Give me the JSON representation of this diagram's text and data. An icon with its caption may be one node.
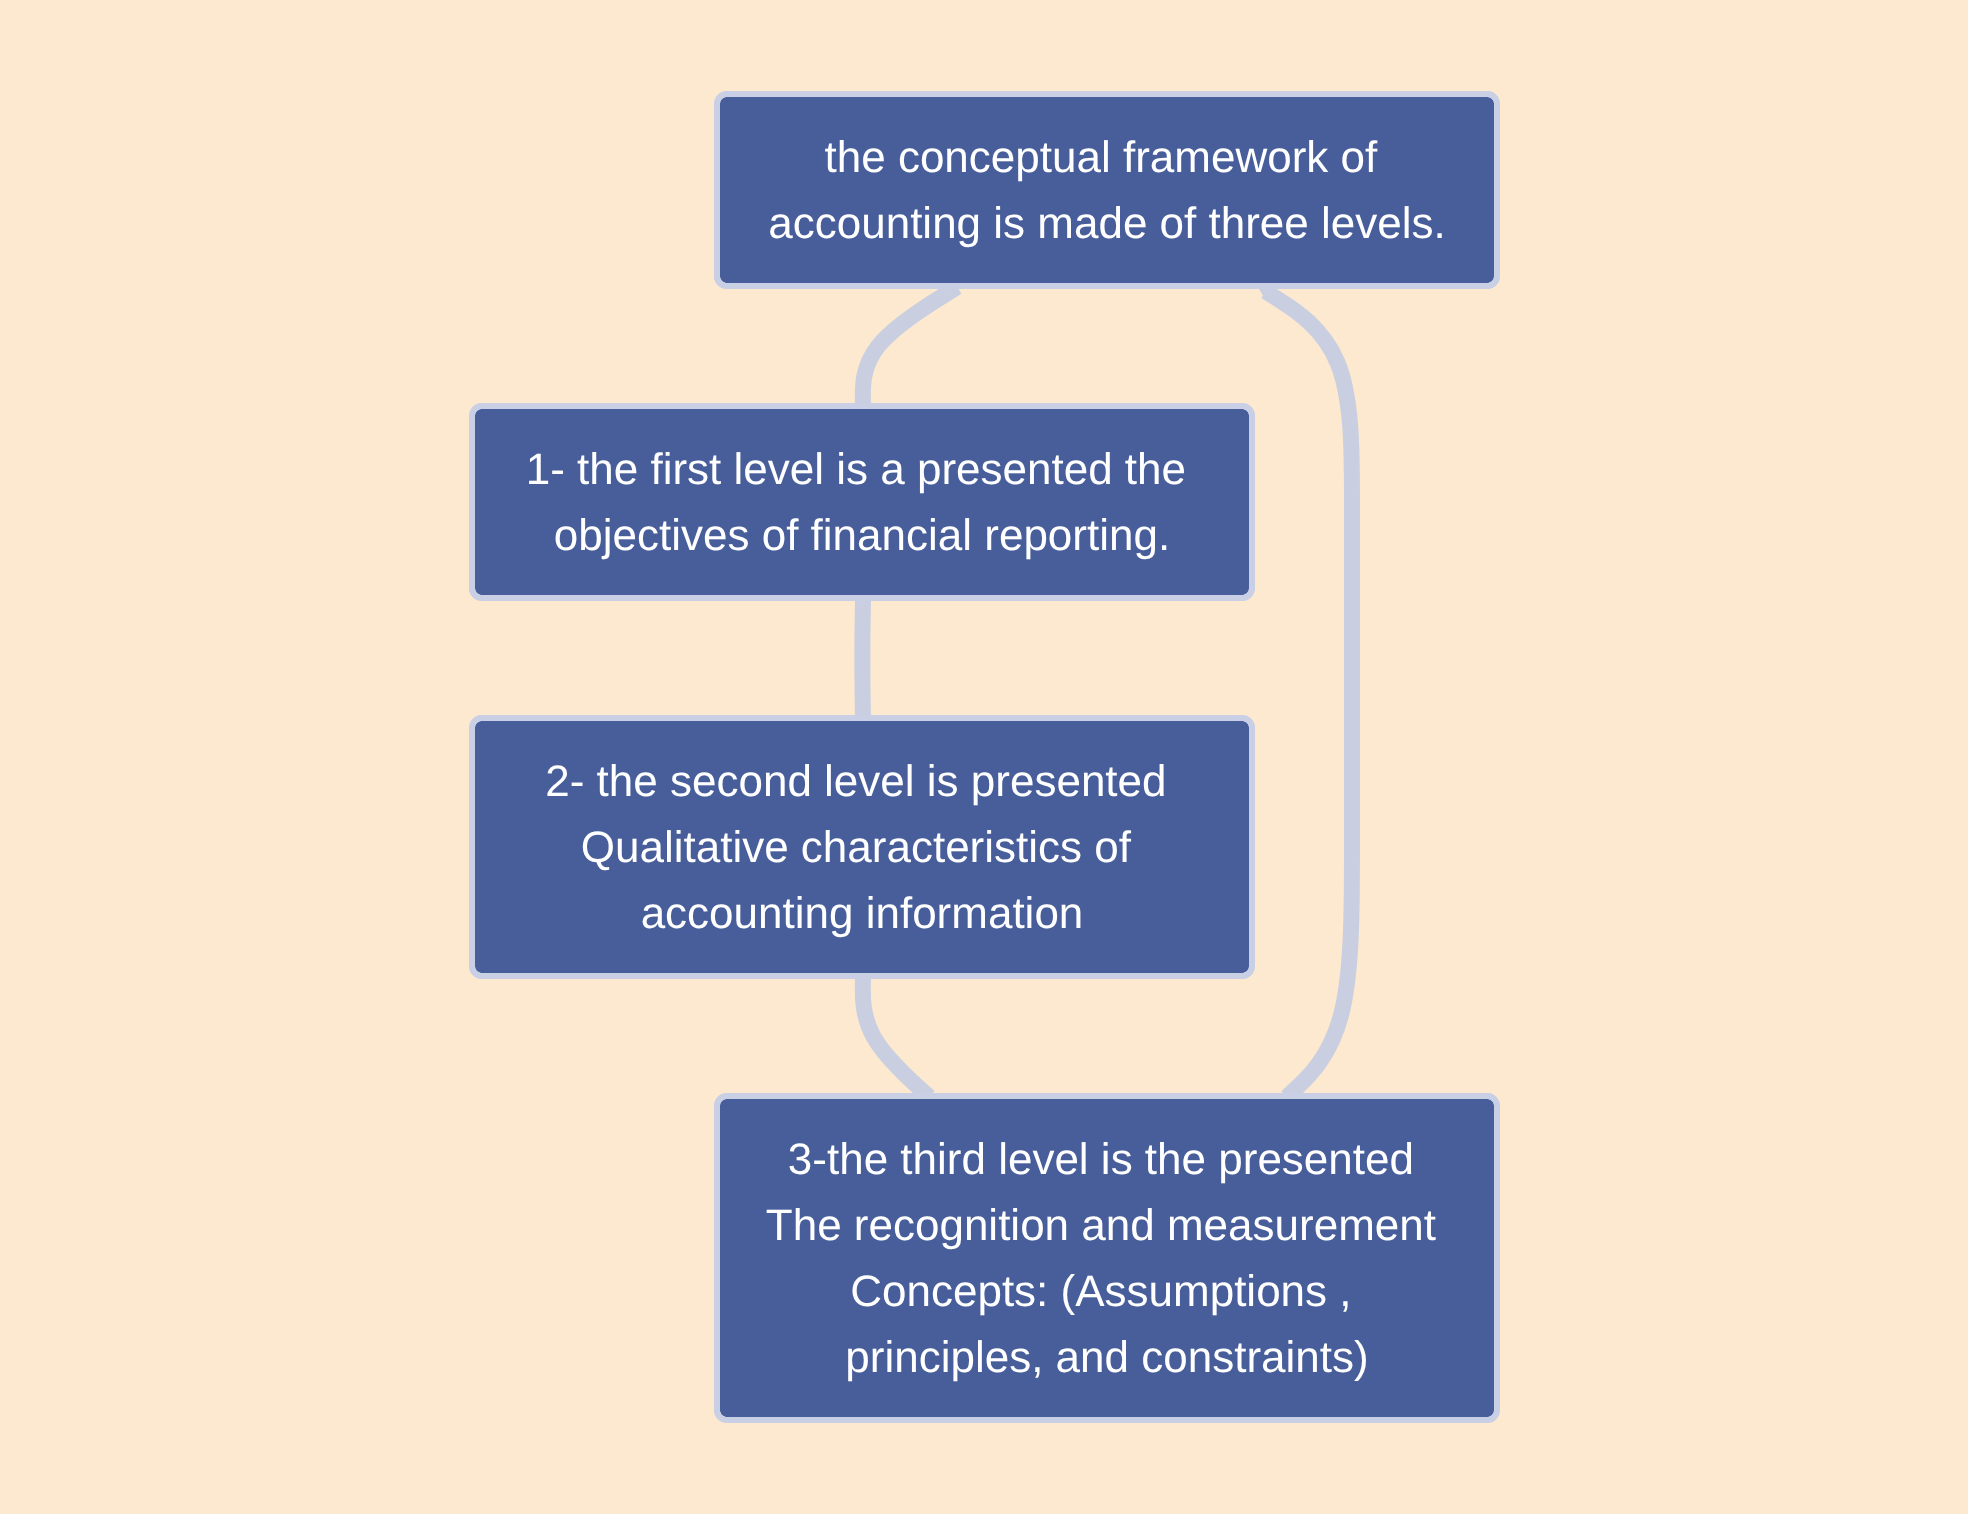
{
  "diagram": {
    "nodes": [
      {
        "text": [
          "the conceptual framework of accounting is made of three levels."
        ]
      },
      {
        "text": [
          "1- the first level is a presented the objectives of financial reporting."
        ]
      },
      {
        "text": [
          "2- the second level is presented Qualitative characteristics of accounting information"
        ]
      },
      {
        "text": [
          "3-the third level is the presented The recognition and measurement Concepts: (Assumptions , principles, and constraints)"
        ]
      }
    ],
    "edges": [
      {
        "from": 0,
        "to": 1,
        "arrow": "none"
      },
      {
        "from": 1,
        "to": 2,
        "arrow": "none"
      },
      {
        "from": 2,
        "to": 3,
        "arrow": "none"
      },
      {
        "from": 3,
        "to": 0,
        "arrow": "to"
      }
    ]
  }
}
